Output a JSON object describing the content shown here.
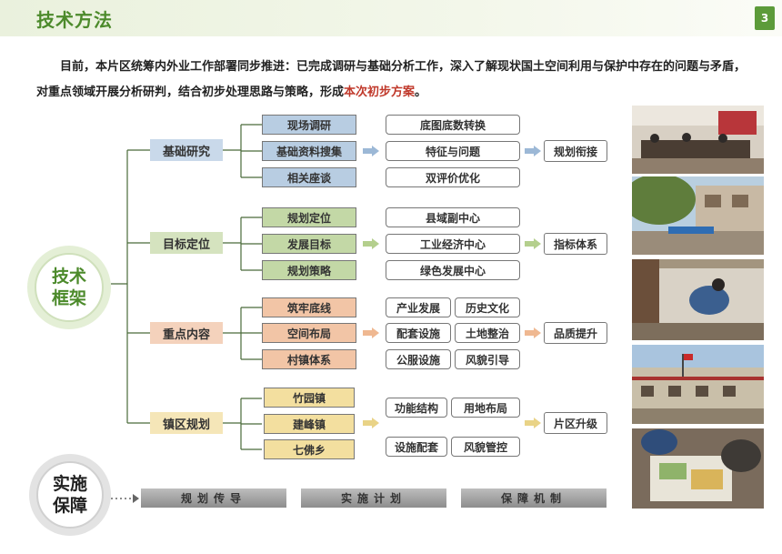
{
  "header": {
    "title": "技术方法",
    "page_number": "3"
  },
  "intro": {
    "text_before": "目前，本片区统筹内外业工作部署同步推进：已完成调研与基础分析工作，深入了解现状国土空间利用与保护中存在的问题与矛盾，对重点领域开展分析研判，结合初步处理思路与策略，形成",
    "highlight": "本次初步方案",
    "text_after": "。"
  },
  "framework": {
    "label_line1": "技术",
    "label_line2": "框架",
    "groups": [
      {
        "category": "基础研究",
        "subs": [
          "现场调研",
          "基础资料搜集",
          "相关座谈"
        ],
        "results": [
          "底图底数转换",
          "特征与问题",
          "双评价优化"
        ],
        "output": "规划衔接"
      },
      {
        "category": "目标定位",
        "subs": [
          "规划定位",
          "发展目标",
          "规划策略"
        ],
        "results": [
          "县域副中心",
          "工业经济中心",
          "绿色发展中心"
        ],
        "output": "指标体系"
      },
      {
        "category": "重点内容",
        "subs": [
          "筑牢底线",
          "空间布局",
          "村镇体系"
        ],
        "results": [
          "产业发展",
          "历史文化",
          "配套设施",
          "土地整治",
          "公服设施",
          "风貌引导"
        ],
        "output": "品质提升"
      },
      {
        "category": "镇区规划",
        "subs": [
          "竹园镇",
          "建峰镇",
          "七佛乡"
        ],
        "results": [
          "功能结构",
          "用地布局",
          "设施配套",
          "风貌管控"
        ],
        "output": "片区升级"
      }
    ]
  },
  "guarantee": {
    "label_line1": "实施",
    "label_line2": "保障",
    "items": [
      "规划传导",
      "实施计划",
      "保障机制"
    ]
  },
  "colors": {
    "brand_green": "#4c8a2b",
    "blue": "#c5d5e6",
    "green": "#d5e3bf",
    "orange": "#f4cdb4",
    "yellow": "#f5e6b8"
  }
}
